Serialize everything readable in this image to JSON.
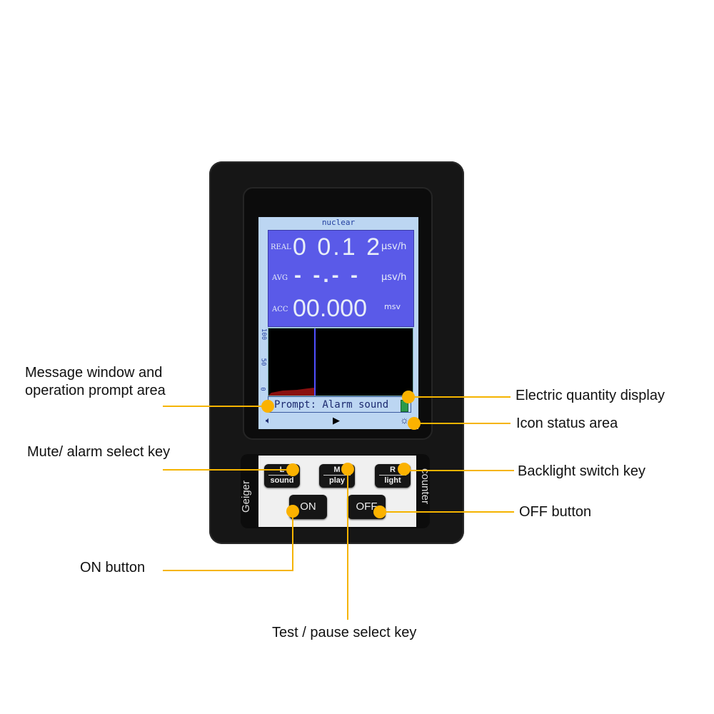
{
  "device": {
    "screen": {
      "title": "nuclear",
      "real_label": "REAL",
      "real_value": "0 0.1 2",
      "real_unit": "µsv/h",
      "avg_label": "AVG",
      "avg_value": "- -.- -",
      "avg_unit": "µsv/h",
      "acc_label": "ACC",
      "acc_value": "00.000",
      "acc_unit": "msv",
      "graph_ticks": [
        "100",
        "50",
        "0"
      ],
      "prompt": "Prompt: Alarm sound",
      "icons": [
        "speaker-icon",
        "play-icon",
        "brightness-icon",
        "battery-icon"
      ]
    },
    "side_left": "Geiger",
    "side_right": "counter",
    "keys": [
      {
        "top": "L",
        "bottom": "sound"
      },
      {
        "top": "M",
        "bottom": "play"
      },
      {
        "top": "R",
        "bottom": "light"
      }
    ],
    "on_label": "ON",
    "off_label": "OFF"
  },
  "callouts": {
    "message": "Message window and operation prompt area",
    "message_line1": "Message window and",
    "message_line2": "operation prompt area",
    "electric": "Electric quantity display",
    "icon_status": "Icon status area",
    "mute": "Mute/ alarm select key",
    "backlight": "Backlight switch key",
    "off": "OFF button",
    "on": "ON button",
    "test": "Test / pause select key"
  },
  "colors": {
    "accent": "#fbb200",
    "screen_blue": "#5a5ae8"
  }
}
